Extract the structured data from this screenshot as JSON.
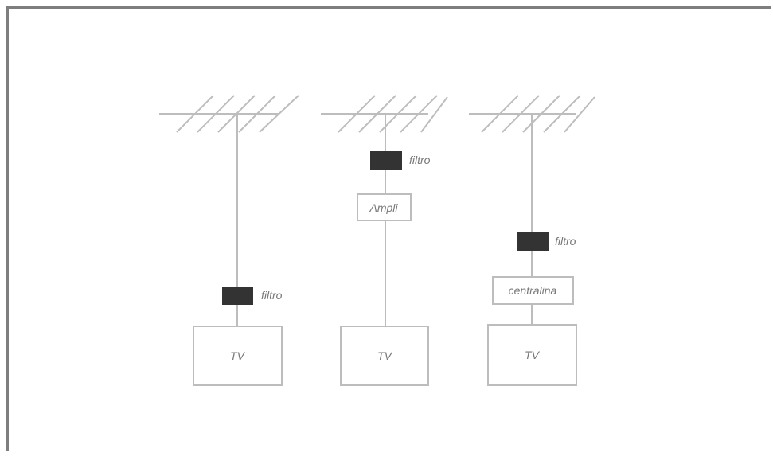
{
  "caption": "",
  "colors": {
    "line": "#bdbdbd",
    "filter_block": "#333333",
    "box_text": "#777777",
    "frame": "#7e7e7e"
  },
  "chains": [
    {
      "antenna": "yagi-antenna",
      "components": [
        {
          "type": "filter",
          "label": "filtro"
        }
      ],
      "terminal": "TV"
    },
    {
      "antenna": "yagi-antenna",
      "components": [
        {
          "type": "filter",
          "label": "filtro"
        },
        {
          "type": "box",
          "label": "Ampli"
        }
      ],
      "terminal": "TV"
    },
    {
      "antenna": "yagi-antenna",
      "components": [
        {
          "type": "filter",
          "label": "filtro"
        },
        {
          "type": "box",
          "label": "centralina"
        }
      ],
      "terminal": "TV"
    }
  ]
}
